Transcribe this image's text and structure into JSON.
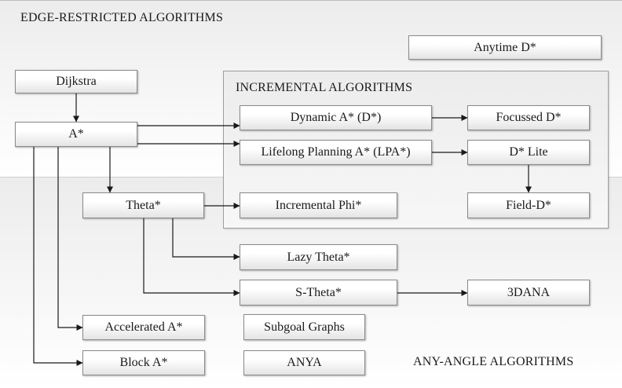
{
  "regions": {
    "edge_restricted": "EDGE-RESTRICTED ALGORITHMS",
    "incremental": "INCREMENTAL ALGORITHMS",
    "any_angle": "ANY-ANGLE ALGORITHMS"
  },
  "nodes": {
    "dijkstra": "Dijkstra",
    "a_star": "A*",
    "theta_star": "Theta*",
    "accelerated_a_star": "Accelerated A*",
    "block_a_star": "Block A*",
    "subgoal_graphs": "Subgoal Graphs",
    "anya": "ANYA",
    "anytime_d_star": "Anytime D*",
    "dynamic_a_star": "Dynamic A* (D*)",
    "lpa_star": "Lifelong Planning A* (LPA*)",
    "focussed_d_star": "Focussed D*",
    "d_star_lite": "D* Lite",
    "field_d_star": "Field-D*",
    "incremental_phi": "Incremental Phi*",
    "lazy_theta_star": "Lazy Theta*",
    "s_theta_star": "S-Theta*",
    "three_dana": "3DANA"
  },
  "edges": [
    [
      "dijkstra",
      "a_star"
    ],
    [
      "a_star",
      "dynamic_a_star"
    ],
    [
      "a_star",
      "lpa_star"
    ],
    [
      "a_star",
      "theta_star"
    ],
    [
      "a_star",
      "accelerated_a_star"
    ],
    [
      "a_star",
      "block_a_star"
    ],
    [
      "dynamic_a_star",
      "focussed_d_star"
    ],
    [
      "lpa_star",
      "d_star_lite"
    ],
    [
      "d_star_lite",
      "field_d_star"
    ],
    [
      "theta_star",
      "incremental_phi"
    ],
    [
      "theta_star",
      "lazy_theta_star"
    ],
    [
      "theta_star",
      "s_theta_star"
    ],
    [
      "s_theta_star",
      "three_dana"
    ]
  ],
  "colors": {
    "arrow": "#1a1a1a",
    "node_border": "#8a8a8a"
  }
}
